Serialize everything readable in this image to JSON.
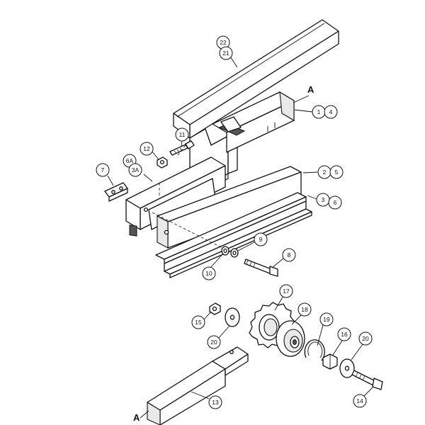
{
  "diagram": {
    "reference_marks": [
      {
        "id": "ref-a-top",
        "text": "A"
      },
      {
        "id": "ref-a-bottom",
        "text": "A"
      }
    ],
    "callouts": [
      {
        "id": "c22",
        "text": "22"
      },
      {
        "id": "c21",
        "text": "21"
      },
      {
        "id": "c1",
        "text": "1"
      },
      {
        "id": "c4",
        "text": "4"
      },
      {
        "id": "c11",
        "text": "11"
      },
      {
        "id": "c12",
        "text": "12"
      },
      {
        "id": "c6A",
        "text": "6A"
      },
      {
        "id": "c3A",
        "text": "3A"
      },
      {
        "id": "c7",
        "text": "7"
      },
      {
        "id": "c2",
        "text": "2"
      },
      {
        "id": "c5",
        "text": "5"
      },
      {
        "id": "c3",
        "text": "3"
      },
      {
        "id": "c6",
        "text": "6"
      },
      {
        "id": "c9",
        "text": "9"
      },
      {
        "id": "c8",
        "text": "8"
      },
      {
        "id": "c10",
        "text": "10"
      },
      {
        "id": "c17",
        "text": "17"
      },
      {
        "id": "c18",
        "text": "18"
      },
      {
        "id": "c15",
        "text": "15"
      },
      {
        "id": "c19",
        "text": "19"
      },
      {
        "id": "c16",
        "text": "16"
      },
      {
        "id": "c20a",
        "text": "20"
      },
      {
        "id": "c20b",
        "text": "20"
      },
      {
        "id": "c13",
        "text": "13"
      },
      {
        "id": "c14",
        "text": "14"
      }
    ]
  }
}
